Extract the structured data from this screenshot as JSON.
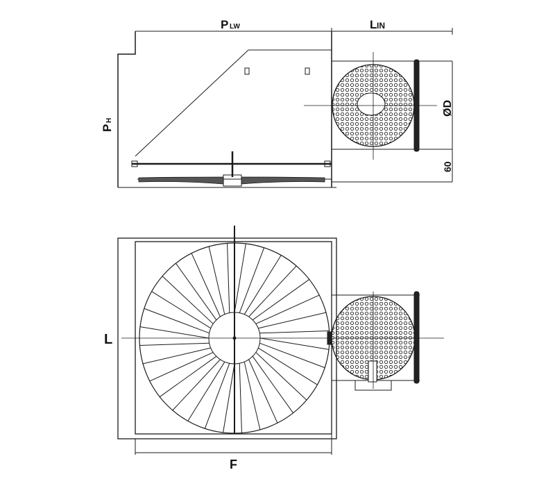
{
  "top_view": {
    "width_label": {
      "main": "P",
      "sub": "LW"
    },
    "inlet_length_label": {
      "main": "L",
      "sub": "IN"
    },
    "height_label": {
      "main": "P",
      "sub": "H"
    },
    "diameter_label": "ØD",
    "offset_label": "60"
  },
  "bottom_view": {
    "length_label": "L",
    "width_label": "F"
  },
  "colors": {
    "line": "#1a1a1a",
    "background": "#ffffff"
  }
}
